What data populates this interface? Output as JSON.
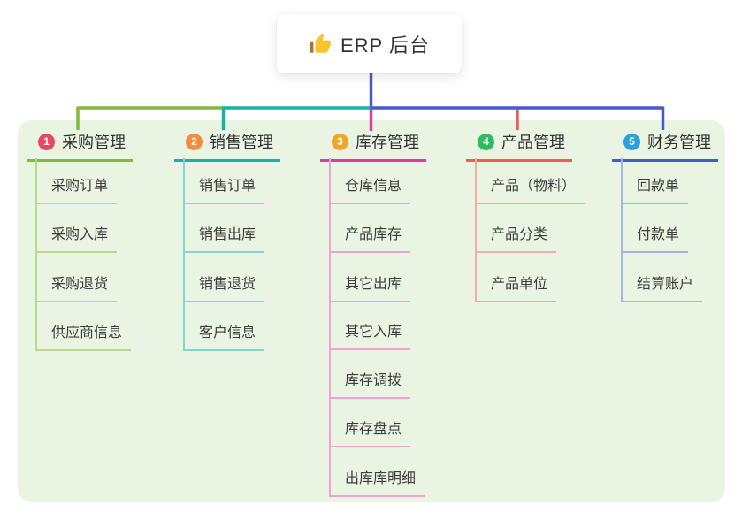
{
  "root": {
    "label": "ERP 后台",
    "icon": "thumbs-up-icon"
  },
  "canvas": {
    "background": "#ffffff",
    "panel_background": "#e9f5e2",
    "root_connector_color": "#4a5ccd"
  },
  "branches": [
    {
      "num": "1",
      "label": "采购管理",
      "color": "#85b83e",
      "light_color": "#b9da8e",
      "badge_color": "#e8485f",
      "children": [
        "采购订单",
        "采购入库",
        "采购退货",
        "供应商信息"
      ]
    },
    {
      "num": "2",
      "label": "销售管理",
      "color": "#19b3a4",
      "light_color": "#84d6cc",
      "badge_color": "#f78b3c",
      "children": [
        "销售订单",
        "销售出库",
        "销售退货",
        "客户信息"
      ]
    },
    {
      "num": "3",
      "label": "库存管理",
      "color": "#dc3f9a",
      "light_color": "#efa4ce",
      "badge_color": "#f3a623",
      "children": [
        "仓库信息",
        "产品库存",
        "其它出库",
        "其它入库",
        "库存调拨",
        "库存盘点",
        "出库库明细"
      ]
    },
    {
      "num": "4",
      "label": "产品管理",
      "color": "#ef5a5c",
      "light_color": "#f6abab",
      "badge_color": "#2cbd5e",
      "children": [
        "产品（物料）",
        "产品分类",
        "产品单位"
      ]
    },
    {
      "num": "5",
      "label": "财务管理",
      "color": "#4659cb",
      "light_color": "#a6b3e9",
      "badge_color": "#2ba0d9",
      "children": [
        "回款单",
        "付款单",
        "结算账户"
      ]
    }
  ]
}
